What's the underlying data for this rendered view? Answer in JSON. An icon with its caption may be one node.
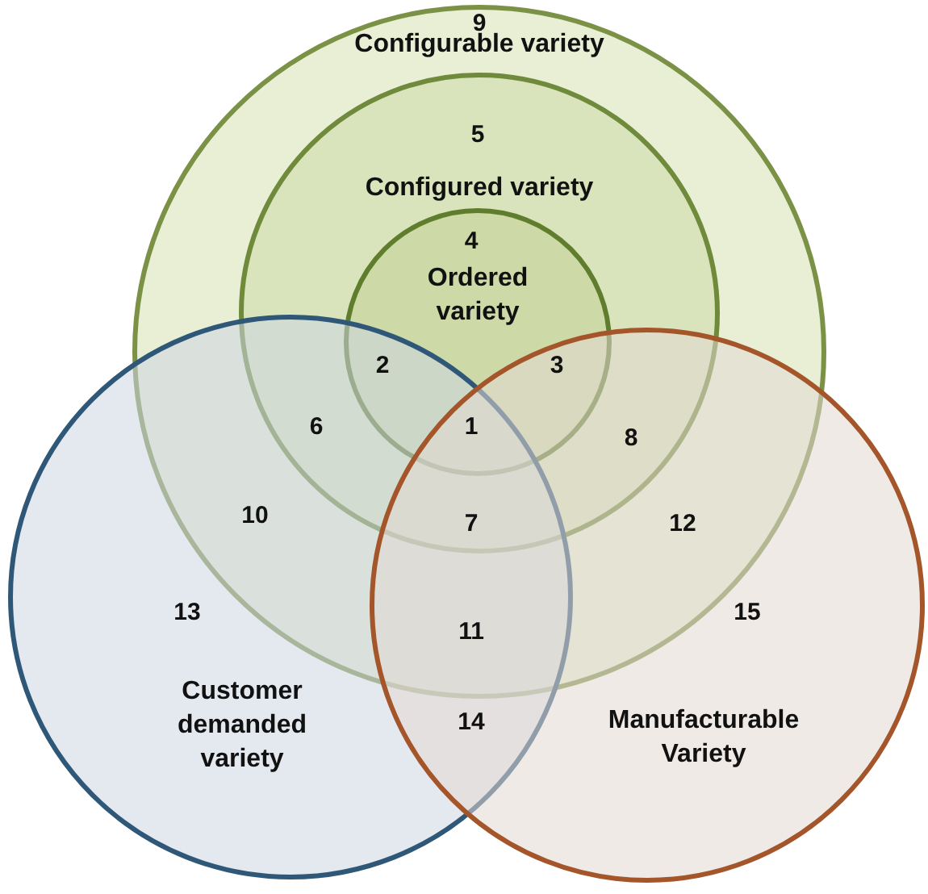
{
  "diagram": {
    "nodes": [
      {
        "text": [
          "Configurable variety"
        ]
      },
      {
        "text": [
          "Configured variety"
        ],
        "in": 0
      },
      {
        "text": [
          "Ordered variety"
        ],
        "in": 1
      },
      {
        "text": [
          "Customer demanded variety"
        ]
      },
      {
        "text": [
          "Manufacturable Variety"
        ]
      }
    ],
    "labels": [
      "9",
      "5",
      "4",
      "2",
      "3",
      "6",
      "1",
      "8",
      "10",
      "7",
      "12",
      "13",
      "15",
      "11",
      "14"
    ]
  }
}
